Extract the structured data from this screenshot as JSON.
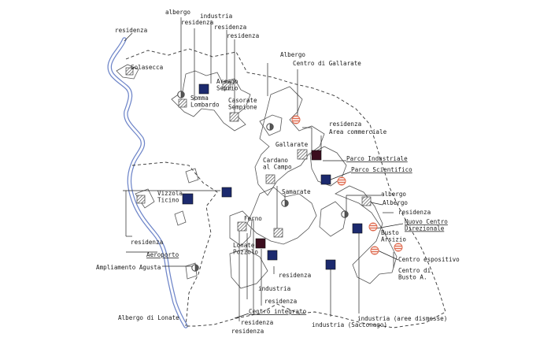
{
  "labels": {
    "albergo_top": "albergo",
    "industria_top": "industria",
    "residenza_t1": "residenza",
    "residenza_t2": "residenza",
    "residenza_t3": "residenza",
    "residenza_river": "residenza",
    "golasecca": "Golasecca",
    "somma": "Somma\nLombardo",
    "arsago": "Arsago\nSeprio",
    "casorate": "Casorate\nSempione",
    "albergo_gallarate": "Albergo",
    "centro_gallarate": "Centro di Gallarate",
    "residenza_gall": "residenza",
    "area_commerciale": "Area commerciale",
    "gallarate": "Gallarate",
    "parco_industriale": "Parco Industriale",
    "parco_scientifico": "Parco Scientifico",
    "cardano": "Cardano\nal Campo",
    "samarate": "Samarate",
    "vizzola": "Vizzola\nTicino",
    "albergo_busto": "albergo",
    "albergo_busto2": "Albergo",
    "residenza_busto": "residenza",
    "nuovo_centro": "Nuovo Centro\nDirezionale",
    "busto_arsizio": "Busto\nArsizio",
    "centro_espositivo": "Centro espositivo",
    "centro_busto": "Centro di\nBusto A.",
    "ferno": "Ferno",
    "lonate": "Lonate\nPozzolo",
    "residenza_vizzola": "residenza",
    "aeroporto": "Aeroporto",
    "ampliamento": "Ampliamento Agusta",
    "residenza_lonate": "residenza",
    "industria_lonate": "industria",
    "residenza_mid": "residenza",
    "centro_integrato": "Centro integrato",
    "residenza_b1": "residenza",
    "residenza_b2": "residenza",
    "albergo_lonate": "Albergo di Lonate",
    "industria_sacconago": "industria (Sacconago)",
    "industria_dismesse": "industria (aree dismesse)"
  },
  "colors": {
    "industria": "#1c2a6e",
    "industria_dark": "#3b0d1e",
    "river": "#6f86c9",
    "centro": "#e06a4e"
  },
  "icons": {
    "industria": "filled-square-icon",
    "residenza": "hatched-square-icon",
    "albergo": "half-circle-icon",
    "centro": "striped-circle-icon"
  }
}
